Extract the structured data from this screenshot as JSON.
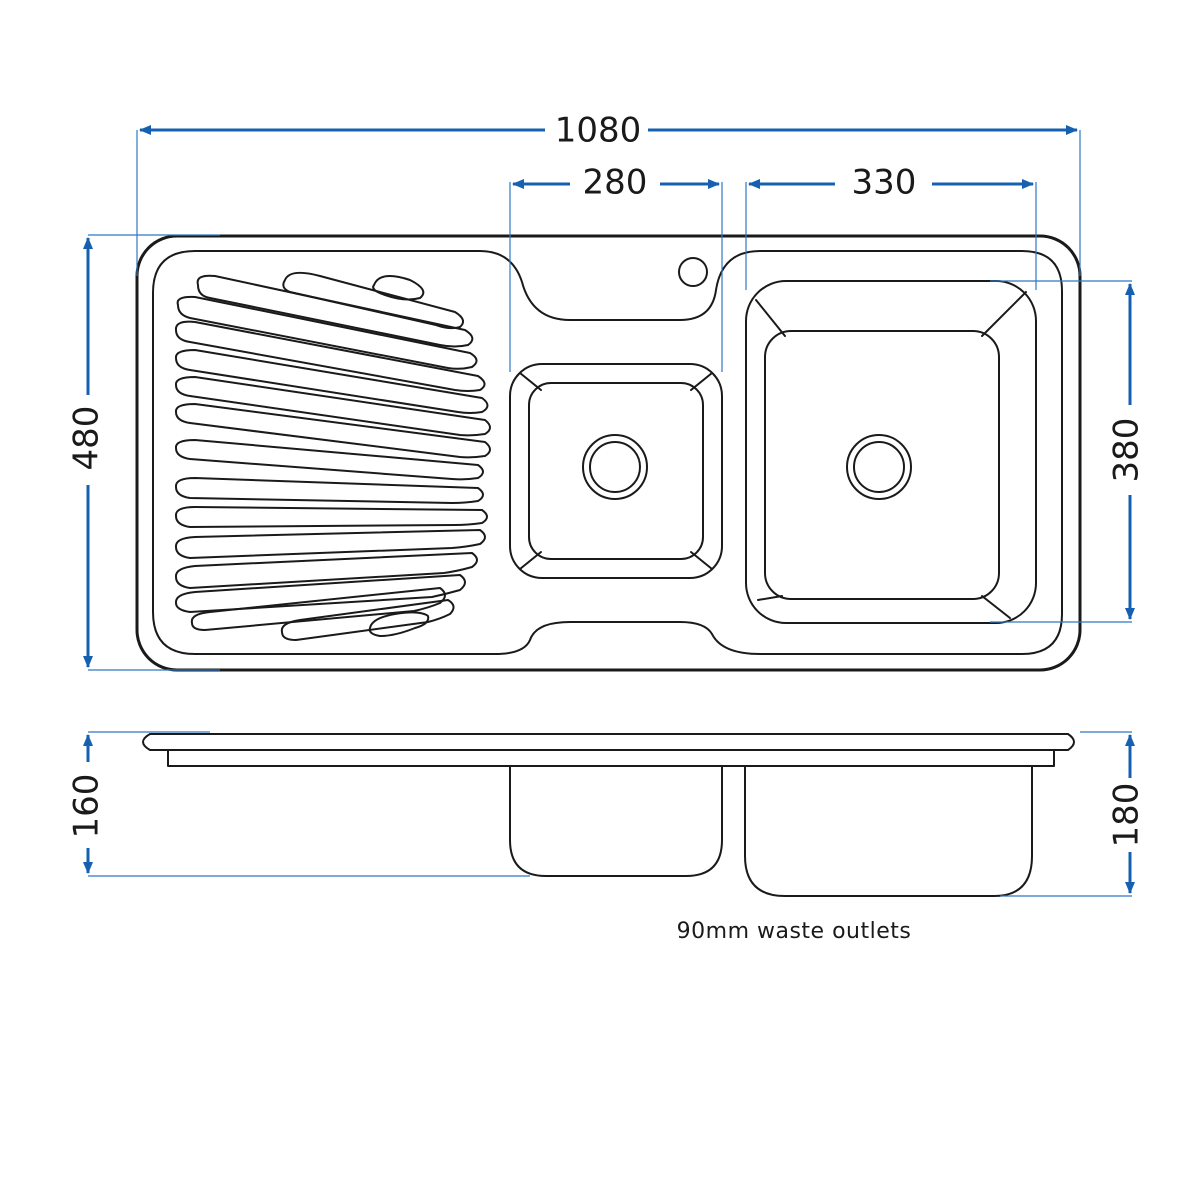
{
  "drawing": {
    "dimensions": {
      "overall_width": "1080",
      "small_bowl_width": "280",
      "large_bowl_width": "330",
      "overall_depth": "480",
      "bowl_depth": "380",
      "small_bowl_height": "160",
      "large_bowl_height": "180"
    },
    "note": "90mm waste outlets",
    "colors": {
      "dimension": "#1560b0",
      "extension": "#2f78c4",
      "outline": "#1a1a1a"
    }
  }
}
